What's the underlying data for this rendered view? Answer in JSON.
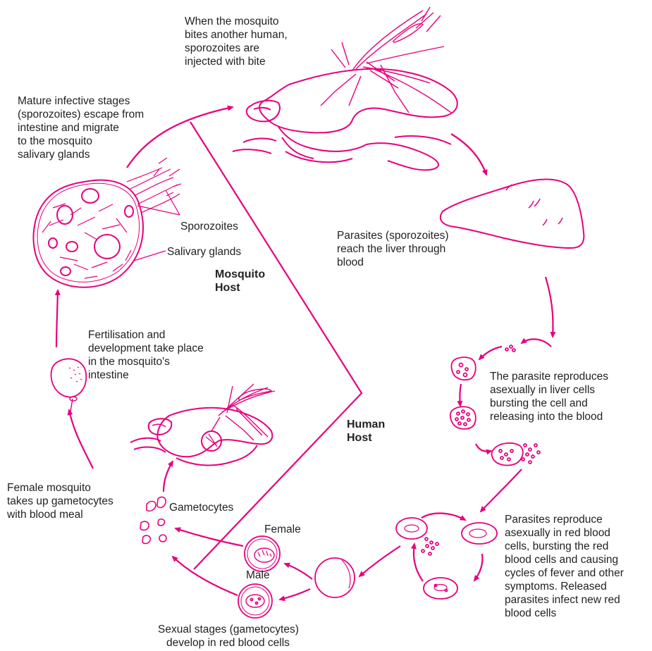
{
  "colors": {
    "accent": "#e6007e",
    "text": "#222222"
  },
  "captions": {
    "bite": [
      "When the mosquito",
      "bites another human,",
      "sporozoites are",
      "injected with bite"
    ],
    "mature": [
      "Mature infective stages",
      "(sporozoites) escape from",
      "intestine and migrate",
      "to the mosquito",
      "salivary glands"
    ],
    "sporozoites_label": "Sporozoites",
    "salivary_label": "Salivary glands",
    "liver": [
      "Parasites (sporozoites)",
      "reach the liver through",
      "blood"
    ],
    "fertilisation": [
      "Fertilisation and",
      "development take place",
      "in the mosquito's",
      "intestine"
    ],
    "liver_repro": [
      "The parasite reproduces",
      "asexually in liver cells",
      "bursting the cell and",
      "releasing into the blood"
    ],
    "female_mosquito": [
      "Female mosquito",
      "takes up gametocytes",
      "with blood meal"
    ],
    "gametocytes_label": "Gametocytes",
    "female_label": "Female",
    "male_label": "Male",
    "rbc_repro": [
      "Parasites reproduce",
      "asexually in red blood",
      "cells, bursting the red",
      "blood cells and causing",
      "cycles of fever and other",
      "symptoms. Released",
      "parasites infect new red",
      "blood cells"
    ],
    "sexual": [
      "Sexual stages (gametocytes)",
      "develop in red blood cells"
    ]
  },
  "hosts": {
    "mosquito": [
      "Mosquito",
      "Host"
    ],
    "human": [
      "Human",
      "Host"
    ]
  }
}
